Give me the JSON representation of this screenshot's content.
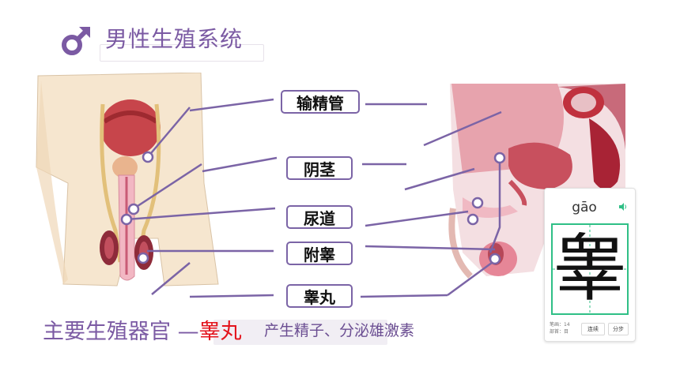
{
  "title": "男性生殖系统",
  "labels": {
    "vas_deferens": "输精管",
    "penis": "阴茎",
    "urethra": "尿道",
    "epididymis": "附睾",
    "testis": "睾丸"
  },
  "bottom": {
    "prefix": "主要生殖器官 —",
    "organ": "睾丸",
    "function": "产生精子、分泌雄激素"
  },
  "char_card": {
    "pinyin": "gāo",
    "character": "睾",
    "strokes_text": "笔画：14",
    "radical_text": "部首：目",
    "continuous_label": "连续",
    "step_label": "分步",
    "speaker_icon": "speaker-icon"
  },
  "colors": {
    "accent": "#7b5aa3",
    "line": "#7b64a6",
    "highlight": "#e3141d",
    "grid": "#2fbf86"
  }
}
